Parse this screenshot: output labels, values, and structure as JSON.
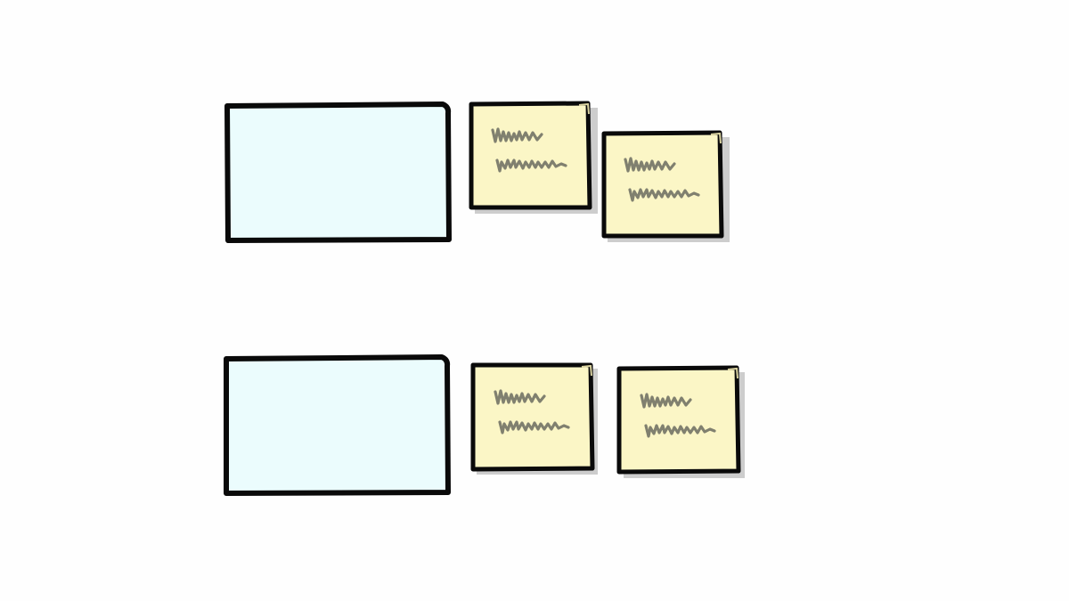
{
  "colors": {
    "background": "#fefefe",
    "frame_fill": "#ebfcfd",
    "note_fill": "#fbf6c6",
    "stroke": "#0a0a0a",
    "scribble": "#80806f",
    "shadow": "#c4c4c4"
  },
  "rows": [
    {
      "frame": {
        "kind": "empty-frame"
      },
      "notes": [
        {
          "kind": "sticky-note",
          "content": "illegible-scribble"
        },
        {
          "kind": "sticky-note",
          "content": "illegible-scribble"
        }
      ]
    },
    {
      "frame": {
        "kind": "empty-frame"
      },
      "notes": [
        {
          "kind": "sticky-note",
          "content": "illegible-scribble"
        },
        {
          "kind": "sticky-note",
          "content": "illegible-scribble"
        }
      ]
    }
  ]
}
